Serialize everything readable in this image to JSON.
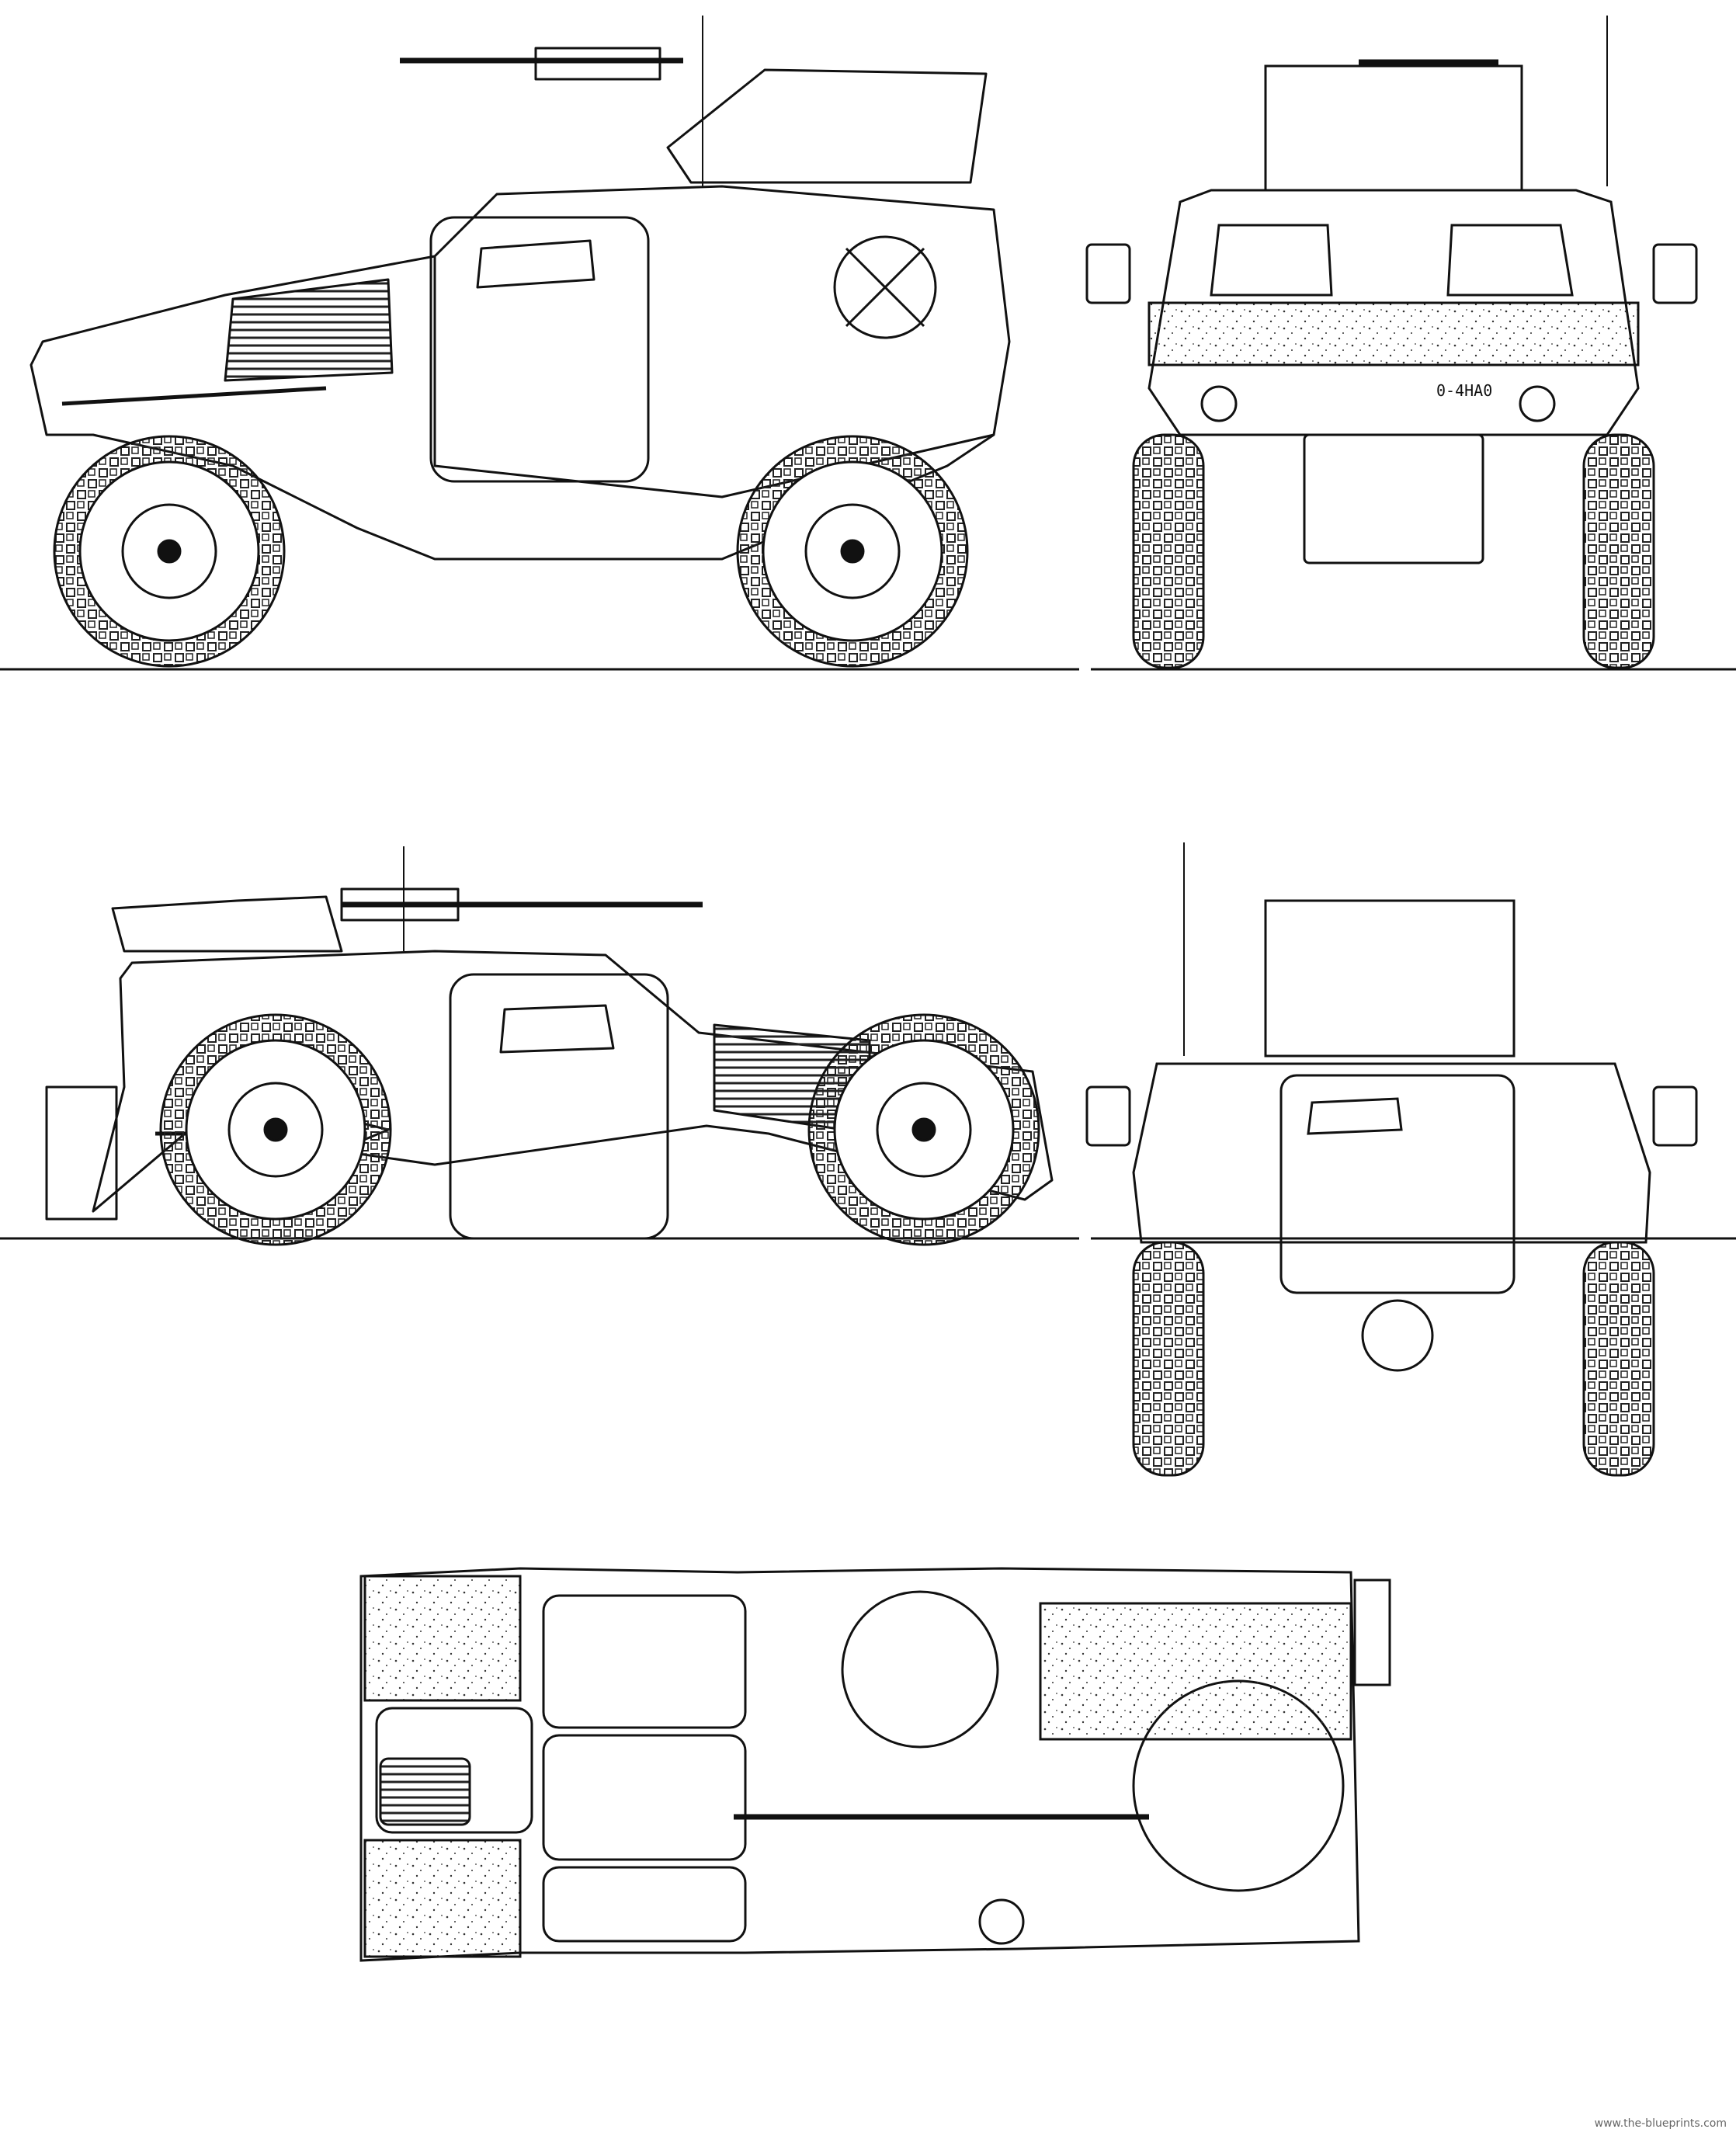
{
  "diagram": {
    "views": [
      "left-side-view",
      "front-view",
      "right-side-view",
      "rear-view",
      "top-view"
    ],
    "plate_text": "0-4HA0",
    "watermark": "www.the-blueprints.com",
    "colors": {
      "ink": "#111111",
      "paper": "#ffffff",
      "hatch": "#444444"
    }
  }
}
